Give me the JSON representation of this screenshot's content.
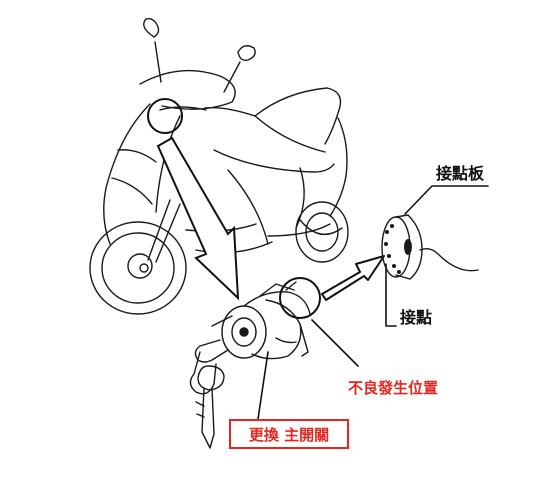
{
  "labels": {
    "contact_plate": "接點板",
    "contact_point": "接點",
    "defect_location": "不良發生位置",
    "replace_main_switch": "更換 主開關"
  },
  "colors": {
    "line": "#1a1a1a",
    "accent_red": "#e52620",
    "pointer_fill": "#ffffff"
  }
}
